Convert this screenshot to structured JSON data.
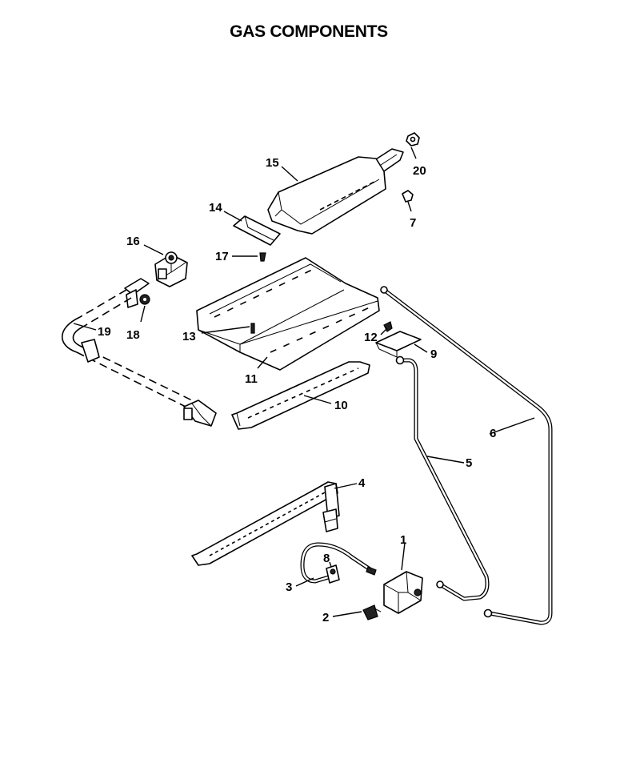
{
  "title": "GAS COMPONENTS",
  "callouts": {
    "c1": "1",
    "c2": "2",
    "c3": "3",
    "c4": "4",
    "c5": "5",
    "c6": "6",
    "c7": "7",
    "c8": "8",
    "c9": "9",
    "c10": "10",
    "c11": "11",
    "c12": "12",
    "c13": "13",
    "c14": "14",
    "c15": "15",
    "c16": "16",
    "c17": "17",
    "c18": "18",
    "c19": "19",
    "c20": "20"
  }
}
